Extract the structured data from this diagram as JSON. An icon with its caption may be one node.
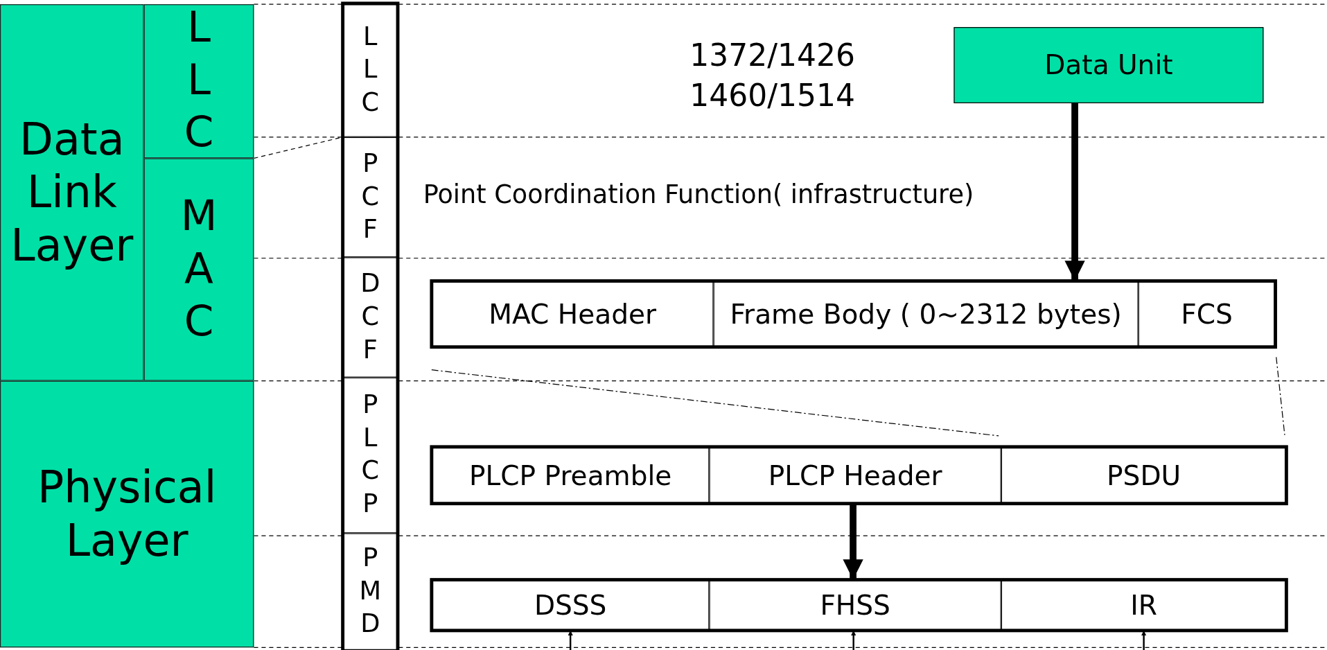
{
  "diagram": {
    "nodes": [
      {
        "text": [
          "Data Link Layer"
        ]
      },
      {
        "text": [
          "LLC"
        ]
      },
      {
        "text": [
          "MAC"
        ]
      },
      {
        "text": [
          "Physical Layer"
        ]
      },
      {
        "text": [
          "LLC"
        ]
      },
      {
        "text": [
          "PCF"
        ]
      },
      {
        "text": [
          "DCF"
        ]
      },
      {
        "text": [
          "PLCP"
        ]
      },
      {
        "text": [
          "PMD"
        ]
      },
      {
        "text": [
          "Data Unit"
        ]
      },
      {
        "text": [
          "MAC Header"
        ]
      },
      {
        "text": [
          "Frame Body ( 0~2312 bytes)"
        ]
      },
      {
        "text": [
          "FCS"
        ]
      },
      {
        "text": [
          "PLCP Preamble"
        ]
      },
      {
        "text": [
          "PLCP Header"
        ]
      },
      {
        "text": [
          "PSDU"
        ]
      },
      {
        "text": [
          "DSSS"
        ]
      },
      {
        "text": [
          "FHSS"
        ]
      },
      {
        "text": [
          "IR"
        ]
      }
    ],
    "edges": [
      {
        "from": 9,
        "to": 11,
        "arrow": "to",
        "style": "thick"
      },
      {
        "from": 14,
        "to": 17,
        "arrow": "to",
        "style": "thick"
      },
      {
        "from": null,
        "to": 16,
        "arrow": "to"
      },
      {
        "from": null,
        "to": 17,
        "arrow": "to"
      },
      {
        "from": null,
        "to": 18,
        "arrow": "to"
      }
    ],
    "labels": [
      "1372/1426",
      "1460/1514",
      "Point Coordination Function( infrastructure)"
    ]
  }
}
